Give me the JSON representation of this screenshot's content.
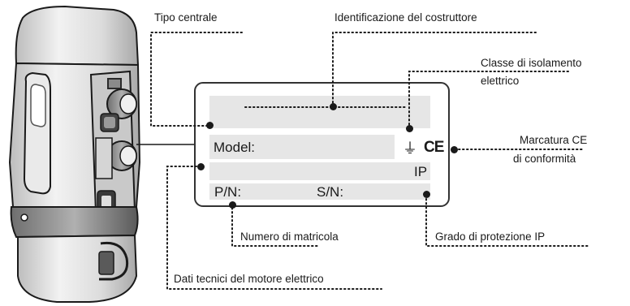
{
  "callouts": {
    "tipo_centrale": "Tipo centrale",
    "identificazione": "Identificazione del costruttore",
    "classe_isolamento_line1": "Classe di isolamento",
    "classe_isolamento_line2": "elettrico",
    "marcatura_ce_line1": "Marcatura CE",
    "marcatura_ce_line2": "di conformità",
    "numero_matricola": "Numero di matricola",
    "grado_protezione": "Grado di protezione IP",
    "dati_tecnici": "Dati tecnici del motore elettrico"
  },
  "plate": {
    "model_label": "Model:",
    "ip_label": "IP",
    "pn_label": "P/N:",
    "sn_label": "S/N:",
    "ce_mark": "CE",
    "ground_symbol": "⏚"
  },
  "colors": {
    "plate_fill": "#e6e6e6",
    "plate_border": "#333333",
    "ink": "#1a1a1a",
    "device_body": "#d9d9d9"
  }
}
